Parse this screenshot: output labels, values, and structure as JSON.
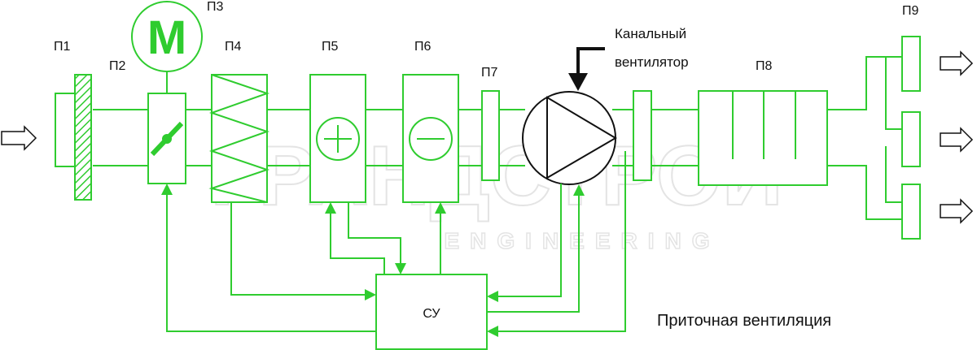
{
  "colors": {
    "line": "#2fcc2f",
    "text": "#111111",
    "arrow_outline": "#111111",
    "watermark": "#e2e2e2"
  },
  "labels": {
    "p1": "П1",
    "p2": "П2",
    "p3": "П3",
    "p4": "П4",
    "p5": "П5",
    "p6": "П6",
    "p7": "П7",
    "p8": "П8",
    "p9": "П9",
    "motor": "M",
    "control_unit": "СУ"
  },
  "callout": {
    "line1": "Канальный",
    "line2": "вентилятор"
  },
  "title": "Приточная вентиляция",
  "watermark": {
    "brand": "ГРАНДСТРОЙ",
    "sub": "ENGINEERING"
  },
  "icons": {
    "intake": "hollow-right-arrow-icon",
    "outlets": "hollow-right-arrow-icon",
    "damper": "butterfly-valve-icon",
    "heater": "plus-circle-icon",
    "cooler": "minus-circle-icon",
    "fan": "fan-triangle-icon"
  }
}
